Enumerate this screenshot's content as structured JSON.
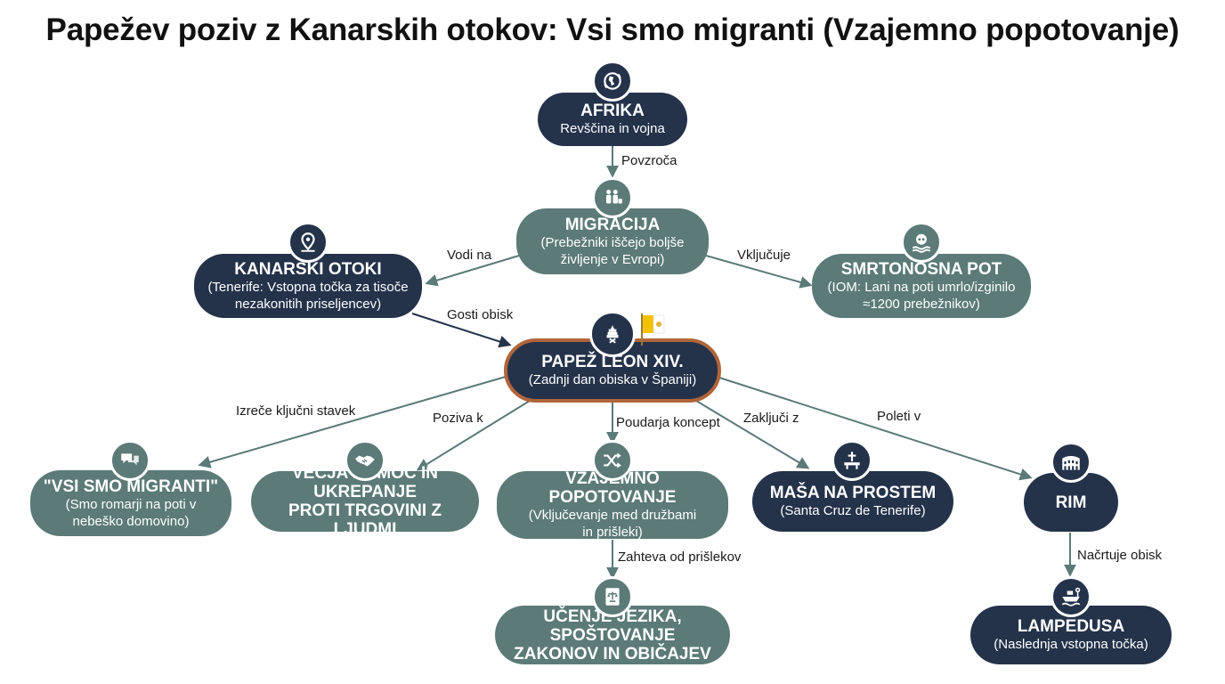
{
  "title": "Papežev poziv z Kanarskih otokov: Vsi smo migranti (Vzajemno popotovanje)",
  "colors": {
    "dark": "#24324a",
    "teal": "#5b7a78",
    "accent_border": "#b0653a"
  },
  "nodes": {
    "afrika": {
      "main": "AFRIKA",
      "sub": "Revščina in vojna",
      "icon": "globe-icon"
    },
    "migracija": {
      "main": "MIGRACIJA",
      "sub1": "(Prebežniki iščejo boljše",
      "sub2": "življenje v Evropi)",
      "icon": "people-icon"
    },
    "kanarski": {
      "main": "KANARSKI OTOKI",
      "sub1": "(Tenerife: Vstopna točka za tisoče",
      "sub2": "nezakonitih priseljencev)",
      "icon": "map-pin-icon"
    },
    "smrtonosna": {
      "main": "SMRTONOSNA POT",
      "sub1": "(IOM: Lani na poti umrlo/izginilo",
      "sub2": "≈1200 prebežnikov)",
      "icon": "skull-waves-icon"
    },
    "papez": {
      "main": "PAPEŽ LEON XIV.",
      "sub": "(Zadnji dan obiska v Španiji)",
      "icon": "papal-emblem-icon"
    },
    "vsi": {
      "main": "\"VSI SMO MIGRANTI\"",
      "sub1": "(Smo romarji na poti v",
      "sub2": "nebeško domovino)",
      "icon": "speech-bubbles-icon"
    },
    "pomoc": {
      "main1": "VEČJA POMOČ IN UKREPANJE",
      "main2": "PROTI TRGOVINI Z LJUDMI",
      "icon": "handshake-icon"
    },
    "vzajemno": {
      "main": "VZAJEMNO POPOTOVANJE",
      "sub1": "(Vključevanje med družbami",
      "sub2": "in prišleki)",
      "icon": "shuffle-icon"
    },
    "masa": {
      "main": "MAŠA NA PROSTEM",
      "sub": "(Santa Cruz de Tenerife)",
      "icon": "altar-cross-icon"
    },
    "rim": {
      "main": "RIM",
      "icon": "colosseum-icon"
    },
    "ucenje": {
      "main1": "UČENJE JEZIKA, SPOŠTOVANJE",
      "main2": "ZAKONOV IN OBIČAJEV",
      "icon": "law-book-icon"
    },
    "lampedusa": {
      "main": "LAMPEDUSA",
      "sub": "(Naslednja vstopna točka)",
      "icon": "ship-icon"
    }
  },
  "edges": {
    "povzroca": "Povzroča",
    "vodi_na": "Vodi na",
    "vkljucuje": "Vključuje",
    "gosti_obisk": "Gosti obisk",
    "izrece": "Izreče ključni stavek",
    "poziva": "Poziva k",
    "poudarja": "Poudarja koncept",
    "zakljuci": "Zaključi z",
    "poleti": "Poleti v",
    "zahteva": "Zahteva od prišlekov",
    "nacrtuje": "Načrtuje obisk"
  }
}
